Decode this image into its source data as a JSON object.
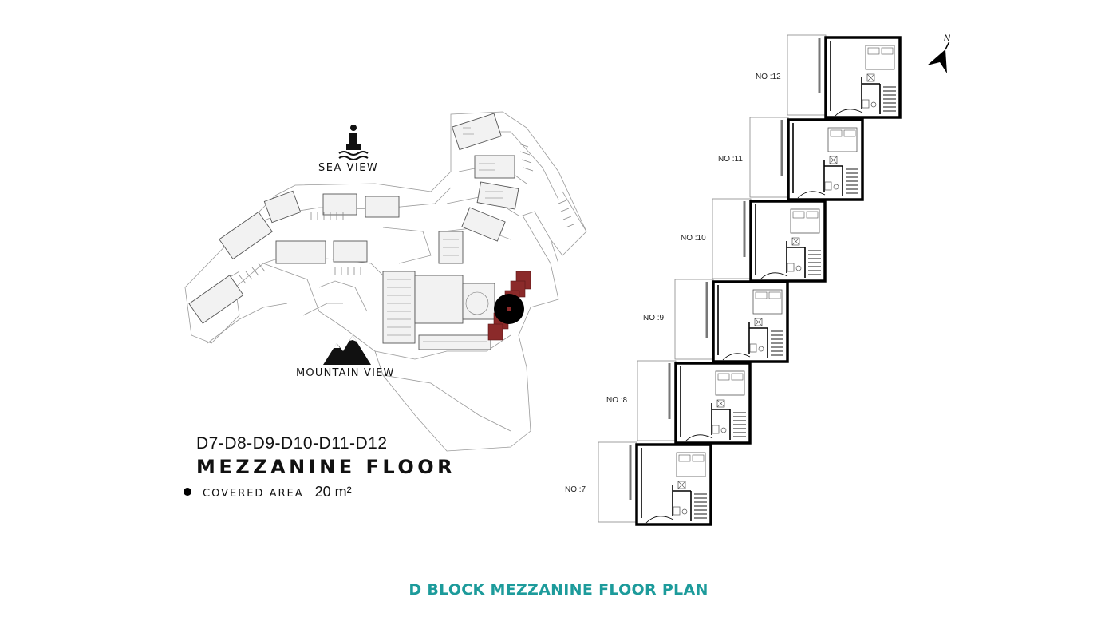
{
  "site_plan": {
    "sea_view_label": "SEA VIEW",
    "mountain_view_label": "MOUNTAIN VIEW"
  },
  "legend": {
    "blocks_label": "D7-D8-D9-D10-D11-D12",
    "floor_label": "MEZZANINE FLOOR",
    "area_label": "covered AREA",
    "area_value": "20 m²"
  },
  "floor_plan": {
    "north_label": "N",
    "units": [
      {
        "label": "NO :12"
      },
      {
        "label": "NO :11"
      },
      {
        "label": "NO :10"
      },
      {
        "label": "NO :9"
      },
      {
        "label": "NO :8"
      },
      {
        "label": "NO :7"
      }
    ]
  },
  "footer": {
    "title": "D BLOCK MEZZANINE FLOOR PLAN"
  },
  "colors": {
    "accent": "#1d9b9b",
    "highlight": "#8b2a2a",
    "line": "#9a9a9a",
    "wall": "#000000"
  }
}
